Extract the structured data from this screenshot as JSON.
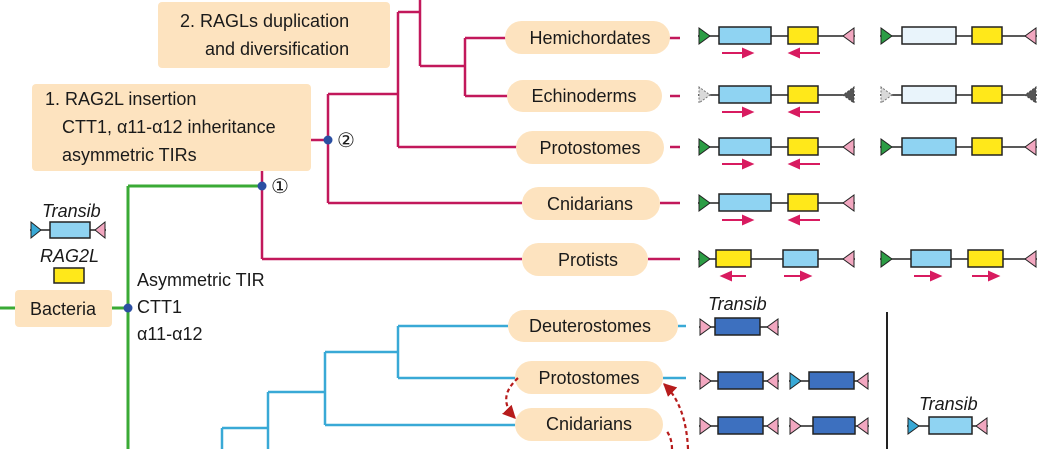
{
  "colors": {
    "rag_branch": "#c2185b",
    "green_branch": "#3aaa35",
    "blue_branch": "#39a9d6",
    "pill_fill": "#fde3bf",
    "rag1_light": "#8fd3f2",
    "rag1_pale": "#e9f4fb",
    "rag2_yellow": "#ffe81a",
    "transib_dark": "#3d70bf",
    "tir_green": "#2c9d45",
    "tir_pink": "#f2a7c0",
    "arrow_magenta": "#d81b60",
    "dashed_arrow": "#b71c1c"
  },
  "annotations": {
    "rags_duplication": {
      "line1": "2. RAGLs duplication",
      "line2": "and diversification"
    },
    "rag2l_insertion": {
      "line1": "1. RAG2L insertion",
      "line2": "CTT1, α11-α12 inheritance",
      "line3": "asymmetric TIRs"
    },
    "ancestral": {
      "line1": "Asymmetric TIR",
      "line2": "CTT1",
      "line3": "α11-α12"
    }
  },
  "nodes": {
    "node1": "①",
    "node2": "②"
  },
  "labels": {
    "transib_left": "Transib",
    "rag2l": "RAG2L",
    "bacteria": "Bacteria",
    "transib_deut": "Transib",
    "transib_right": "Transib"
  },
  "rag_clades": [
    {
      "name": "Hemichordates"
    },
    {
      "name": "Echinoderms"
    },
    {
      "name": "Protostomes"
    },
    {
      "name": "Cnidarians"
    },
    {
      "name": "Protists"
    }
  ],
  "transib_clades": [
    {
      "name": "Deuterostomes"
    },
    {
      "name": "Protostomes"
    },
    {
      "name": "Cnidarians"
    }
  ]
}
